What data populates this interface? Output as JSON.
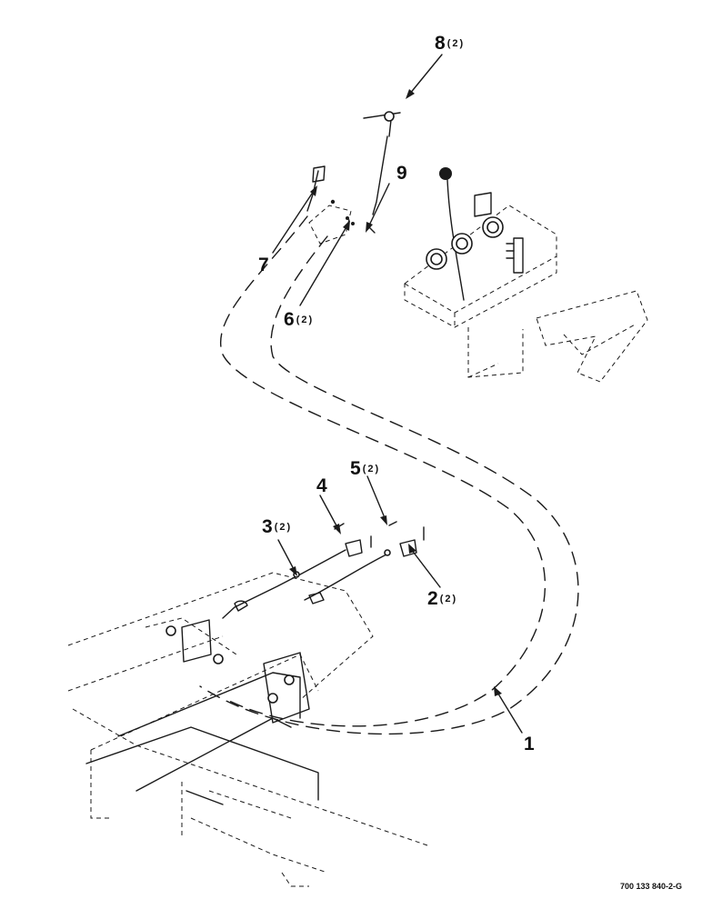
{
  "callouts": [
    {
      "id": "c1",
      "number": "1",
      "qty": ""
    },
    {
      "id": "c2",
      "number": "2",
      "qty": "(2)"
    },
    {
      "id": "c3",
      "number": "3",
      "qty": "(2)"
    },
    {
      "id": "c4",
      "number": "4",
      "qty": ""
    },
    {
      "id": "c5",
      "number": "5",
      "qty": "(2)"
    },
    {
      "id": "c6",
      "number": "6",
      "qty": "(2)"
    },
    {
      "id": "c7",
      "number": "7",
      "qty": ""
    },
    {
      "id": "c8",
      "number": "8",
      "qty": "(2)"
    },
    {
      "id": "c9",
      "number": "9",
      "qty": ""
    }
  ],
  "reference_number": "700 133 840-2-G"
}
